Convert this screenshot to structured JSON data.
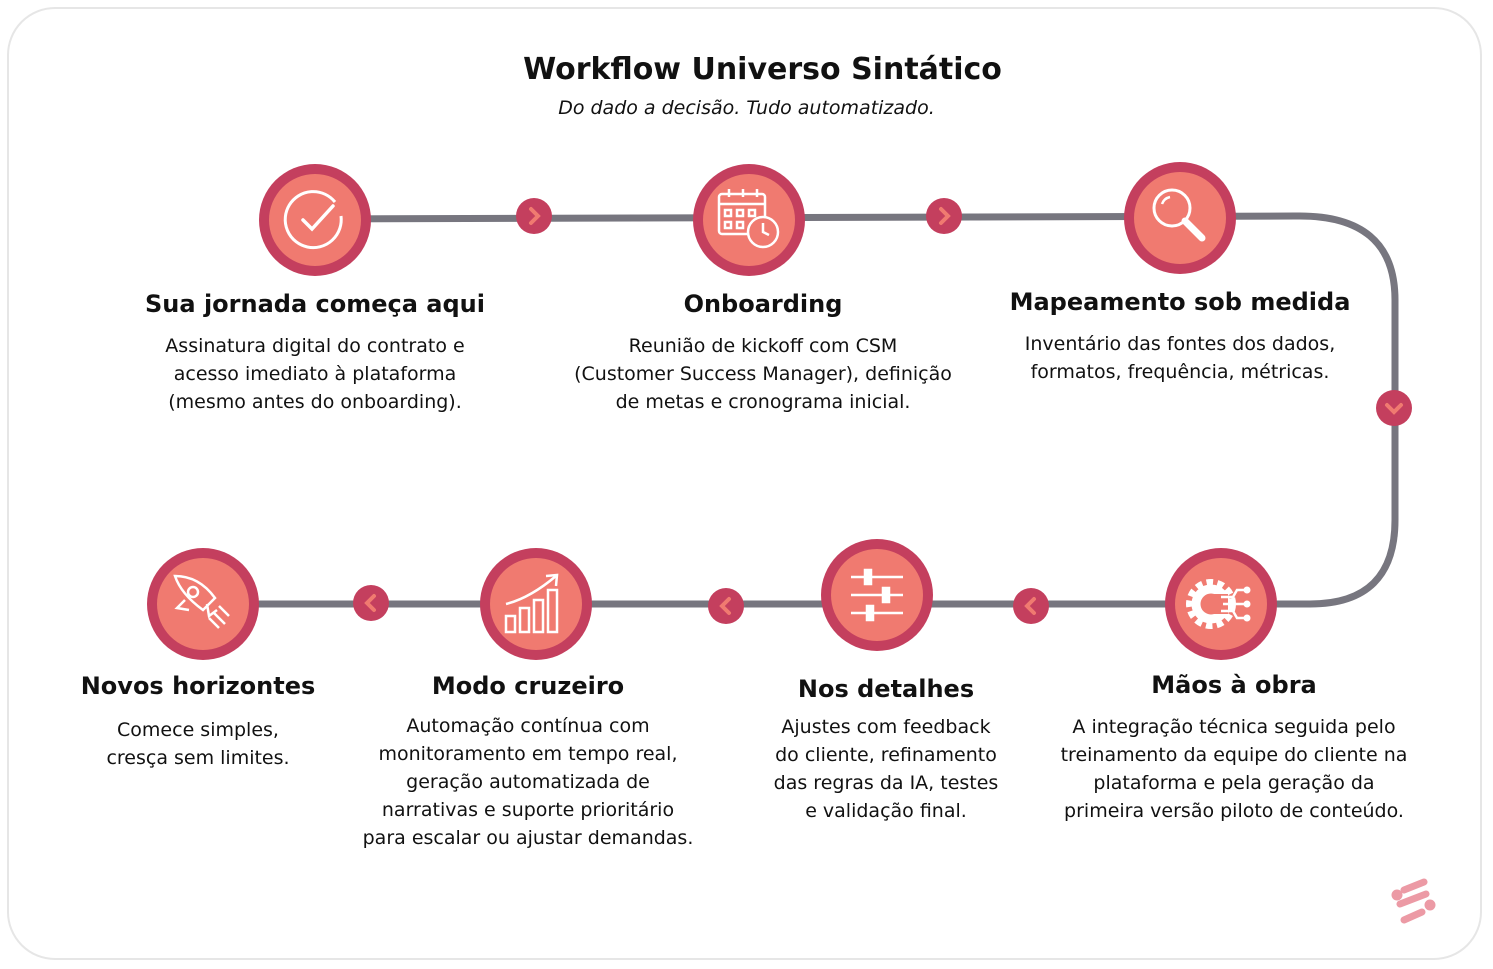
{
  "title": "Workflow Universo Sintático",
  "subtitle": "Do dado a decisão. Tudo automatizado.",
  "colors": {
    "ring": "#c43f5e",
    "fill": "#f07a70",
    "line": "#77767f"
  },
  "steps": [
    {
      "title": "Sua jornada começa aqui",
      "icon": "check-circle-icon",
      "lines": [
        "Assinatura digital do contrato e",
        "acesso imediato à plataforma",
        "(mesmo antes do onboarding)."
      ]
    },
    {
      "title": "Onboarding",
      "icon": "calendar-clock-icon",
      "lines": [
        "Reunião de kickoff com CSM",
        "(Customer Success Manager), definição",
        "de metas e cronograma inicial."
      ]
    },
    {
      "title": "Mapeamento sob medida",
      "icon": "magnifier-icon",
      "lines": [
        "Inventário das fontes dos dados,",
        "formatos, frequência, métricas."
      ]
    },
    {
      "title": "Mãos à obra",
      "icon": "gear-circuit-icon",
      "lines": [
        "A integração técnica seguida pelo",
        "treinamento da equipe do cliente na",
        "plataforma e pela geração da",
        "primeira versão piloto de conteúdo."
      ]
    },
    {
      "title": "Nos detalhes",
      "icon": "sliders-icon",
      "lines": [
        "Ajustes com feedback",
        "do cliente, refinamento",
        "das regras da IA, testes",
        "e validação final."
      ]
    },
    {
      "title": "Modo cruzeiro",
      "icon": "growth-chart-icon",
      "lines": [
        "Automação contínua com",
        "monitoramento em tempo real,",
        "geração automatizada de",
        "narrativas e suporte prioritário",
        "para escalar ou ajustar demandas."
      ]
    },
    {
      "title": "Novos horizontes",
      "icon": "rocket-icon",
      "lines": [
        "Comece simples,",
        "cresça sem limites."
      ]
    }
  ]
}
